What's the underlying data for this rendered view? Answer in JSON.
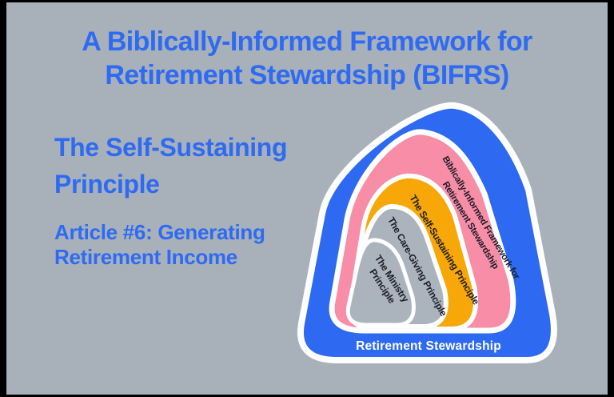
{
  "header": {
    "title_line1": "A Biblically-Informed Framework for",
    "title_line2": "Retirement Stewardship (BIFRS)"
  },
  "left_column": {
    "subtitle_line1": "The Self-Sustaining",
    "subtitle_line2": "Principle",
    "article_line1": "Article #6: Generating",
    "article_line2": "Retirement Income"
  },
  "diagram": {
    "layers": [
      {
        "name": "retirement-stewardship",
        "label": "Retirement Stewardship",
        "color": "#2d6af1"
      },
      {
        "name": "bifrs",
        "label_line1": "Biblically-Informed Framework for",
        "label_line2": "Retirement Stewardship",
        "color": "#f78da7"
      },
      {
        "name": "self-sustaining",
        "label": "The Self-Sustaining Principle",
        "color": "#f7a808"
      },
      {
        "name": "care-giving",
        "label": "The Care-Giving Principle",
        "color": "#abb3bc"
      },
      {
        "name": "ministry",
        "label_line1": "The Ministry",
        "label_line2": "Principle",
        "color": "#abb3bc"
      }
    ],
    "band_text_color": "#1b1c27",
    "bottom_label_color": "#ffffff",
    "outline_color": "#ffffff"
  },
  "colors": {
    "background": "#a8b0b9",
    "frame": "#000000",
    "heading_text": "#2e6bf2"
  }
}
